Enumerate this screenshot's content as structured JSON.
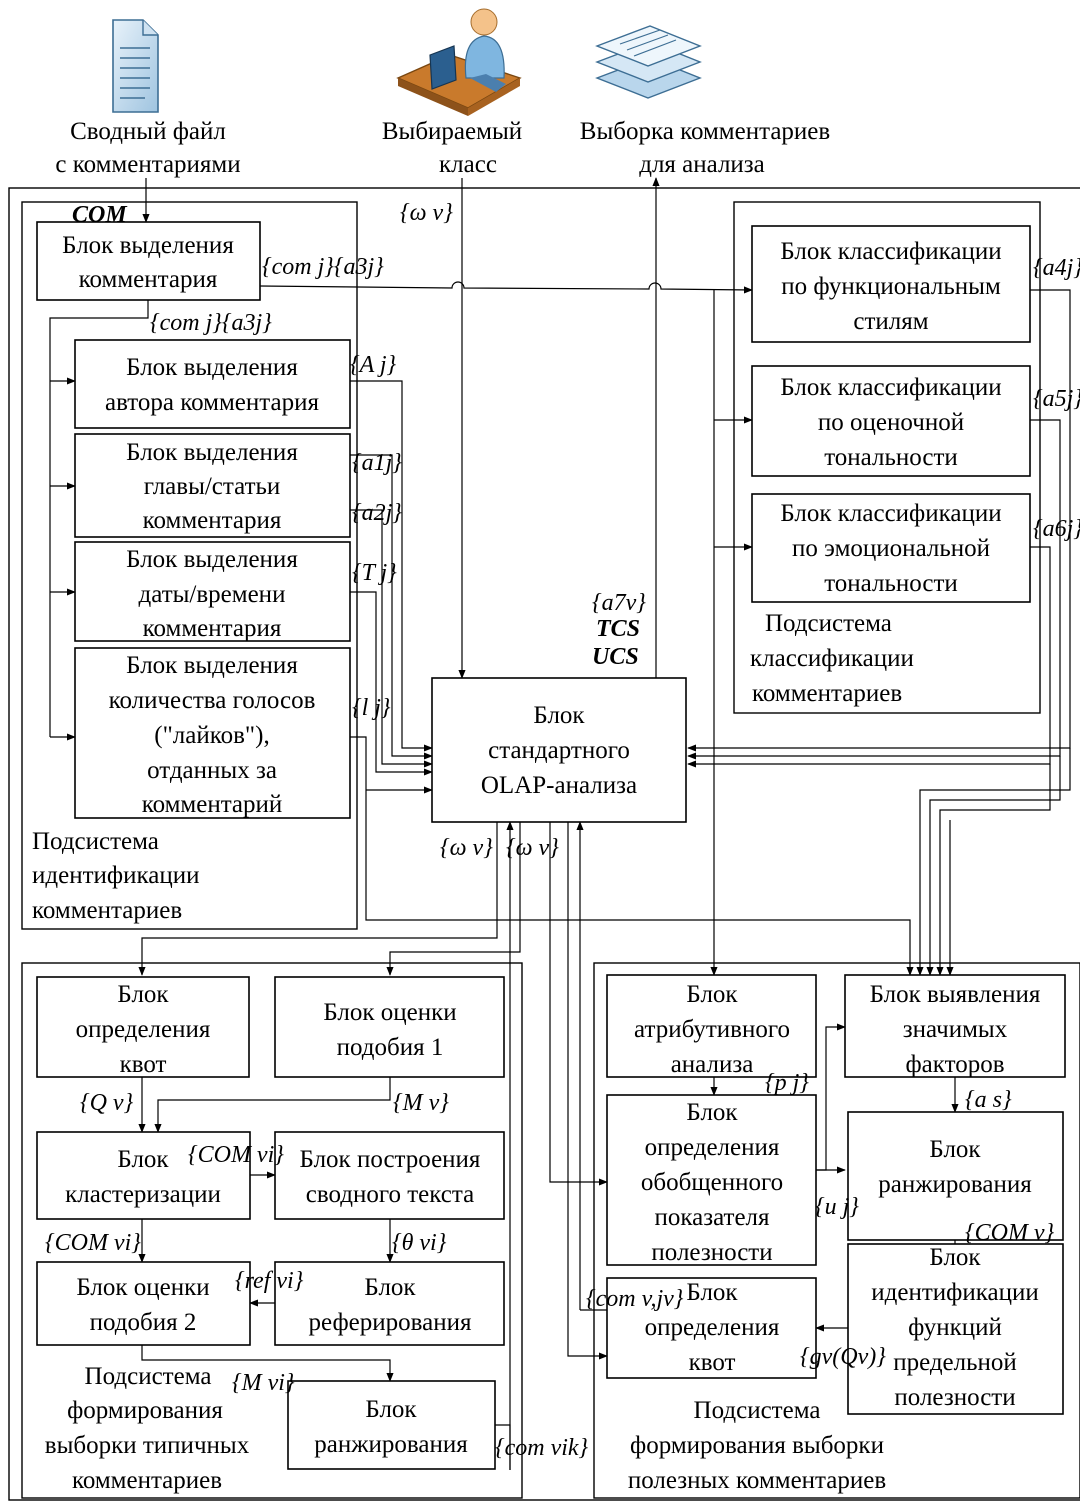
{
  "top": {
    "file_label": [
      "Сводный файл",
      "с комментариями"
    ],
    "class_label": [
      "Выбираемый",
      "класс"
    ],
    "sample_label": [
      "Выборка комментариев",
      "для анализа"
    ]
  },
  "blocks": {
    "extract_comment": [
      "Блок выделения",
      "комментария"
    ],
    "extract_author": [
      "Блок выделения",
      "автора комментария"
    ],
    "extract_chapter": [
      "Блок выделения",
      "главы/статьи",
      "комментария"
    ],
    "extract_date": [
      "Блок выделения",
      "даты/времени",
      "комментария"
    ],
    "extract_votes": [
      "Блок выделения",
      "количества голосов",
      "(\"лайков\"),",
      "отданных за",
      "комментарий"
    ],
    "olap": [
      "Блок",
      "стандартного",
      "OLAP-анализа"
    ],
    "class_functional": [
      "Блок классификации",
      "по функциональным",
      "стилям"
    ],
    "class_sentiment": [
      "Блок классификации",
      "по оценочной",
      "тональности"
    ],
    "class_emotion": [
      "Блок классификации",
      "по эмоциональной",
      "тональности"
    ],
    "quotas_left": [
      "Блок",
      "определения",
      "квот"
    ],
    "similarity1": [
      "Блок оценки",
      "подобия 1"
    ],
    "clustering": [
      "Блок",
      "кластеризации"
    ],
    "summary_text": [
      "Блок построения",
      "сводного текста"
    ],
    "similarity2": [
      "Блок оценки",
      "подобия 2"
    ],
    "referencing": [
      "Блок",
      "реферирования"
    ],
    "ranking_left": [
      "Блок",
      "ранжирования"
    ],
    "attributive": [
      "Блок",
      "атрибутивного",
      "анализа"
    ],
    "significant": [
      "Блок выявления",
      "значимых",
      "факторов"
    ],
    "usefulness": [
      "Блок",
      "определения",
      "обобщенного",
      "показателя",
      "полезности"
    ],
    "ranking_right": [
      "Блок",
      "ранжирования"
    ],
    "quotas_right": [
      "Блок",
      "определения",
      "квот"
    ],
    "marginal": [
      "Блок",
      "идентификации",
      "функций",
      "предельной",
      "полезности"
    ]
  },
  "subsystems": {
    "identification": [
      "Подсистема",
      "идентификации",
      "комментариев"
    ],
    "classification": [
      "Подсистема",
      "классификации",
      "комментариев"
    ],
    "typical": [
      "Подсистема",
      "формирования",
      "выборки типичных",
      "комментариев"
    ],
    "useful": [
      "Подсистема",
      "формирования выборки",
      "полезных комментариев"
    ]
  },
  "signals": {
    "COM": "COM",
    "com_j_a3j": "{com j}{a3j}",
    "com_j_a3j_2": "{com j}{a3j}",
    "omega_v_top": "{ω v}",
    "A_j": "{A j}",
    "a1j": "{a1j}",
    "a2j": "{a2j}",
    "T_j": "{T j}",
    "l_j": "{l j}",
    "a7v": "{a7v}",
    "TCS": "TCS",
    "UCS": "UCS",
    "a4j": "{a4j}",
    "a5j": "{a5j}",
    "a6j": "{a6j}",
    "omega_v_1": "{ω v}",
    "omega_v_2": "{ω v}",
    "Q_v": "{Q v}",
    "M_v": "{M v}",
    "COM_vi_a": "{COM vi}",
    "COM_vi_b": "{COM vi}",
    "theta_vi": "{θ vi}",
    "ref_vi": "{ref vi}",
    "M_vi": "{M vi}",
    "com_vik": "{com vik}",
    "p_j": "{p j}",
    "a_s": "{a s}",
    "u_j": "{u j}",
    "COM_v": "{COM v}",
    "com_vjv": "{com v,jv}",
    "gvQv": "{gv(Qv)}"
  },
  "icons": [
    "document-icon",
    "user-computer-icon",
    "document-stack-icon"
  ]
}
